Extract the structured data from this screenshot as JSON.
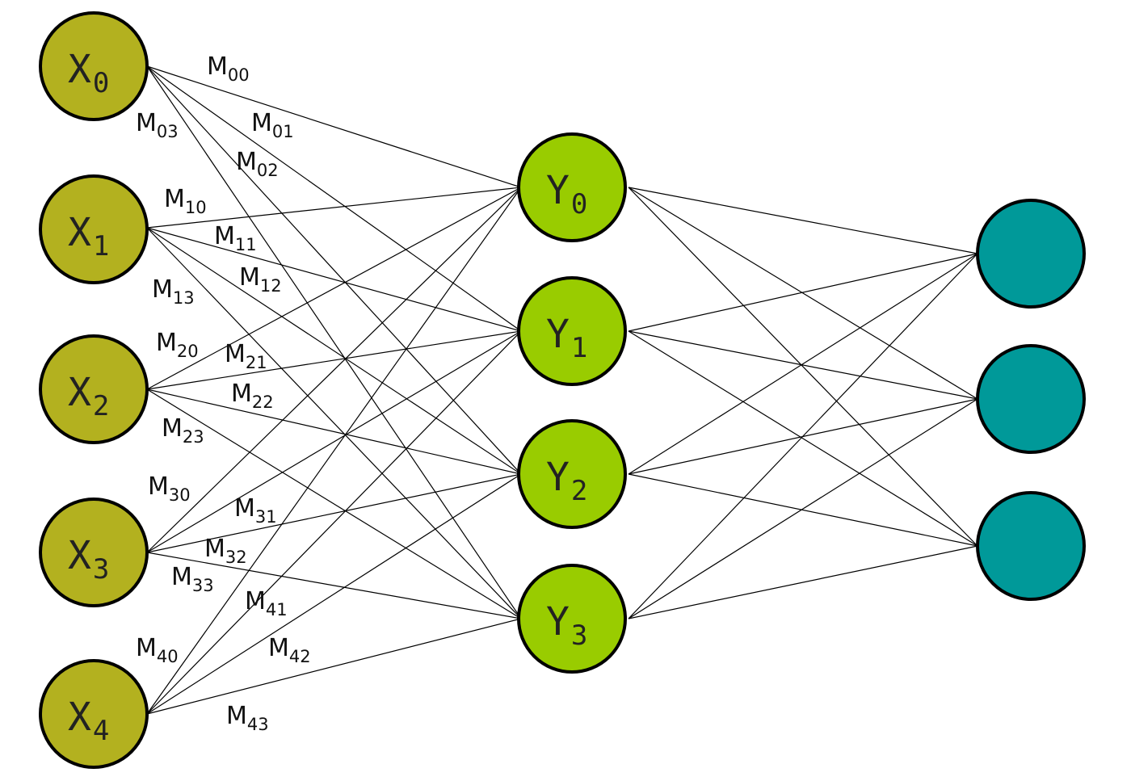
{
  "colors": {
    "input_fill": "#b3b11f",
    "hidden_fill": "#99cc00",
    "output_fill": "#009999",
    "stroke": "#000000",
    "edge": "#000000"
  },
  "input_nodes": [
    {
      "letter": "X",
      "sub": "0"
    },
    {
      "letter": "X",
      "sub": "1"
    },
    {
      "letter": "X",
      "sub": "2"
    },
    {
      "letter": "X",
      "sub": "3"
    },
    {
      "letter": "X",
      "sub": "4"
    }
  ],
  "hidden_nodes": [
    {
      "letter": "Y",
      "sub": "0"
    },
    {
      "letter": "Y",
      "sub": "1"
    },
    {
      "letter": "Y",
      "sub": "2"
    },
    {
      "letter": "Y",
      "sub": "3"
    }
  ],
  "output_node_count": 3,
  "weight_labels": [
    {
      "letter": "M",
      "sub": "00"
    },
    {
      "letter": "M",
      "sub": "01"
    },
    {
      "letter": "M",
      "sub": "02"
    },
    {
      "letter": "M",
      "sub": "03"
    },
    {
      "letter": "M",
      "sub": "10"
    },
    {
      "letter": "M",
      "sub": "11"
    },
    {
      "letter": "M",
      "sub": "12"
    },
    {
      "letter": "M",
      "sub": "13"
    },
    {
      "letter": "M",
      "sub": "20"
    },
    {
      "letter": "M",
      "sub": "21"
    },
    {
      "letter": "M",
      "sub": "22"
    },
    {
      "letter": "M",
      "sub": "23"
    },
    {
      "letter": "M",
      "sub": "30"
    },
    {
      "letter": "M",
      "sub": "31"
    },
    {
      "letter": "M",
      "sub": "32"
    },
    {
      "letter": "M",
      "sub": "33"
    },
    {
      "letter": "M",
      "sub": "40"
    },
    {
      "letter": "M",
      "sub": "41"
    },
    {
      "letter": "M",
      "sub": "42"
    },
    {
      "letter": "M",
      "sub": "43"
    }
  ]
}
